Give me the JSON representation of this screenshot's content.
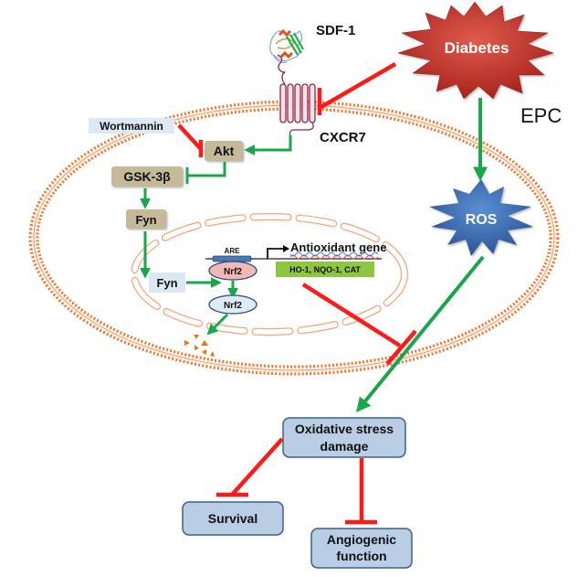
{
  "title": "SDF-1/CXCR7 signaling and oxidative stress in EPC under diabetes",
  "colors": {
    "activation": "#1aa64a",
    "inhibition": "#ff1a1a",
    "membrane": "#f26b1d",
    "nucleus": "#f5a57a",
    "kinase_box": "#c4b998",
    "light_box": "#dce9f5",
    "outcome_box": "#b9cde5",
    "outcome_border": "#3f5f8a",
    "gene_box": "#8dc63f",
    "diabetes": "#c0392b",
    "ros": "#3a6fb5"
  },
  "nodes": {
    "sdf1": "SDF-1",
    "cxcr7": "CXCR7",
    "diabetes": "Diabetes",
    "epc": "EPC",
    "wortmannin": "Wortmannin",
    "akt": "Akt",
    "gsk3b": "GSK-3β",
    "fyn_cyto": "Fyn",
    "fyn_nuc": "Fyn",
    "are": "ARE",
    "nrf2_bound": "Nrf2",
    "nrf2_free": "Nrf2",
    "antioxidant_gene": "Antioxidant gene",
    "gene_products": "HO-1, NQO-1, CAT",
    "ros": "ROS",
    "oxidative_line1": "Oxidative stress",
    "oxidative_line2": "damage",
    "survival": "Survival",
    "angiogenic_line1": "Angiogenic",
    "angiogenic_line2": "function"
  },
  "edges": [
    {
      "from": "Diabetes",
      "to": "CXCR7",
      "type": "inhibition"
    },
    {
      "from": "Diabetes",
      "to": "ROS",
      "type": "activation"
    },
    {
      "from": "CXCR7",
      "to": "Akt",
      "type": "activation"
    },
    {
      "from": "Wortmannin",
      "to": "Akt",
      "type": "inhibition"
    },
    {
      "from": "Akt",
      "to": "GSK-3β",
      "type": "inhibition"
    },
    {
      "from": "GSK-3β",
      "to": "Fyn",
      "type": "activation"
    },
    {
      "from": "Fyn",
      "to": "Fyn (nucleus)",
      "type": "activation"
    },
    {
      "from": "Fyn (nucleus)",
      "to": "Nrf2",
      "type": "activation"
    },
    {
      "from": "Nrf2 (bound)",
      "to": "Nrf2 (free)",
      "type": "activation"
    },
    {
      "from": "Nrf2 (free)",
      "to": "degradation",
      "type": "activation"
    },
    {
      "from": "Antioxidant gene",
      "to": "ROS→Oxidative stress",
      "type": "inhibition"
    },
    {
      "from": "ROS",
      "to": "Oxidative stress damage",
      "type": "activation"
    },
    {
      "from": "Oxidative stress damage",
      "to": "Survival",
      "type": "inhibition"
    },
    {
      "from": "Oxidative stress damage",
      "to": "Angiogenic function",
      "type": "inhibition"
    }
  ]
}
